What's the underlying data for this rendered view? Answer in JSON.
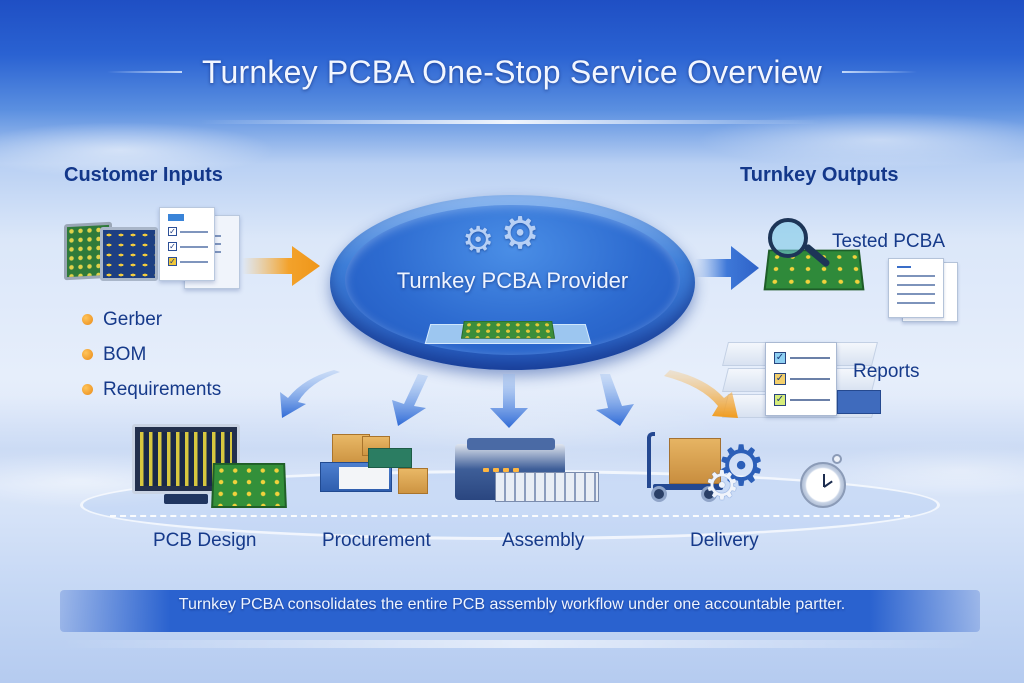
{
  "title": "Turnkey PCBA One-Stop Service Overview",
  "inputs": {
    "heading": "Customer Inputs",
    "items": [
      {
        "label": "Gerber"
      },
      {
        "label": "BOM"
      },
      {
        "label": "Requirements"
      }
    ],
    "icons": [
      "pcb-layout-icon",
      "schematic-board-icon",
      "checklist-document-icon"
    ]
  },
  "provider": {
    "label": "Turnkey PCBA Provider",
    "icons": [
      "gears-icon",
      "pcb-board-icon"
    ]
  },
  "outputs": {
    "heading": "Turnkey Outputs",
    "items": [
      {
        "label": "Tested PCBA",
        "icon": "magnifier-pcb-icon"
      },
      {
        "label": "Reports",
        "icon": "checklist-report-icon"
      }
    ]
  },
  "stages": [
    {
      "label": "PCB Design",
      "icon": "monitor-pcb-icon"
    },
    {
      "label": "Procurement",
      "icon": "parcels-icon"
    },
    {
      "label": "Assembly",
      "icon": "assembly-machine-icon"
    },
    {
      "label": "Delivery",
      "icon": "hand-truck-gears-stopwatch-icon"
    }
  ],
  "footer": {
    "text": "Turnkey PCBA consolidates the entire PCB assembly workflow under one accountable partter."
  },
  "colors": {
    "title_text": "#f2f6ff",
    "heading_text": "#13378a",
    "body_text": "#163a8a",
    "accent_orange": "#f0a020",
    "accent_blue": "#2f6fd8",
    "banner": "#2a62cf"
  }
}
